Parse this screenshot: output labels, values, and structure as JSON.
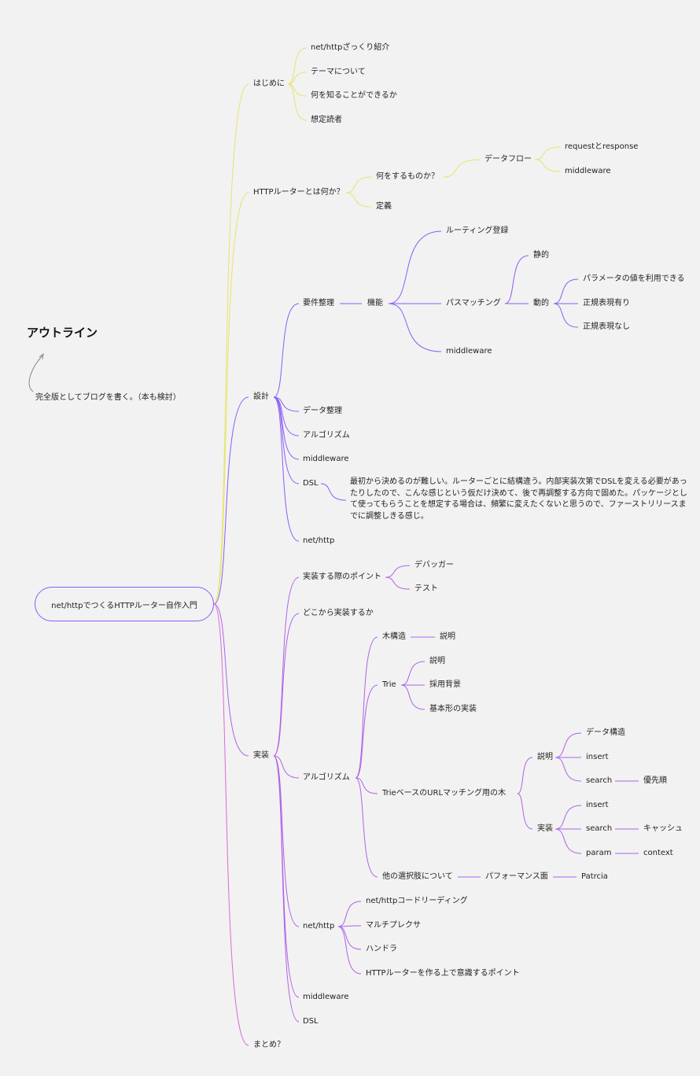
{
  "title": "アウトライン",
  "note": "完全版としてブログを書く。（本も検討）",
  "root": "net/httpでつくるHTTPルーター自作入門",
  "colors": {
    "background": "#f2f2f2",
    "yellow": "#e8e36a",
    "purple": "#8b5cf6",
    "violet": "#b061e8",
    "magenta": "#d86ad8",
    "arrow": "#888888"
  },
  "nodes": {
    "hajimeni": "はじめに",
    "hajimeni_1": "net/httpざっくり紹介",
    "hajimeni_2": "テーマについて",
    "hajimeni_3": "何を知ることができるか",
    "hajimeni_4": "想定読者",
    "router_what": "HTTPルーターとは何か？",
    "what_does": "何をするものか？",
    "dataflow": "データフロー",
    "reqres": "requestとresponse",
    "mw_a": "middleware",
    "teigi": "定義",
    "sekkei": "設計",
    "yoken": "要件整理",
    "kinou": "機能",
    "routing_reg": "ルーティング登録",
    "path_match": "パスマッチング",
    "seiteki": "静的",
    "douteki": "動的",
    "param_val": "パラメータの値を利用できる",
    "regex_yes": "正規表現有り",
    "regex_no": "正規表現なし",
    "mw_b": "middleware",
    "data_seiri": "データ整理",
    "algo_a": "アルゴリズム",
    "mw_c": "middleware",
    "dsl_a": "DSL",
    "dsl_note": "最初から決めるのが難しい。ルーターごとに結構違う。内部実装次第でDSLを変える必要があったりしたので、こんな感じという仮だけ決めて、後で再調整する方向で固めた。パッケージとして使ってもらうことを想定する場合は、頻繁に変えたくないと思うので、ファーストリリースまでに調整しきる感じ。",
    "nethttp_a": "net/http",
    "jissou": "実装",
    "point": "実装する際のポイント",
    "debugger": "デバッガー",
    "test": "テスト",
    "where": "どこから実装するか",
    "algo_b": "アルゴリズム",
    "tree": "木構造",
    "setsumei_a": "説明",
    "trie": "Trie",
    "setsumei_b": "説明",
    "saiyou": "採用背景",
    "kihon": "基本形の実装",
    "trie_url": "TrieベースのURLマッチング用の木",
    "setsumei_c": "説明",
    "data_kouzou": "データ構造",
    "insert_a": "insert",
    "search_a": "search",
    "yusen": "優先順",
    "jissou_b": "実装",
    "insert_b": "insert",
    "search_b": "search",
    "cache": "キャッシュ",
    "param": "param",
    "context": "context",
    "other": "他の選択肢について",
    "perf": "パフォーマンス面",
    "patricia": "Patrcia",
    "nethttp_b": "net/http",
    "code_reading": "net/httpコードリーディング",
    "multiplexer": "マルチプレクサ",
    "handler": "ハンドラ",
    "ishiki": "HTTPルーターを作る上で意識するポイント",
    "mw_d": "middleware",
    "dsl_b": "DSL",
    "matome": "まとめ？"
  }
}
